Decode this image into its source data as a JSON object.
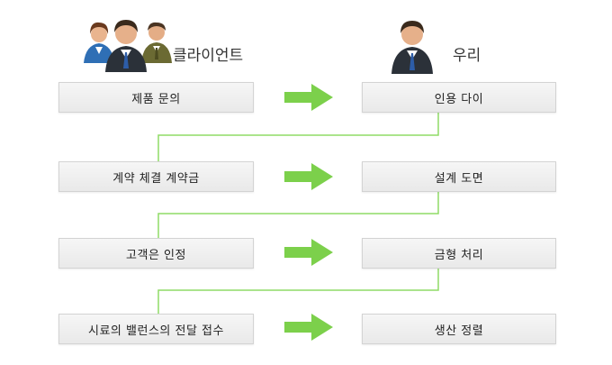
{
  "headers": {
    "client": "클라이언트",
    "us": "우리"
  },
  "client_steps": [
    "제품 문의",
    "계약 체결 계약금",
    "고객은 인정",
    "시료의 밸런스의 전달 접수"
  ],
  "our_steps": [
    "인용 다이",
    "설계 도면",
    "금형 처리",
    "생산 정렬"
  ],
  "colors": {
    "arrow": "#7cd04b",
    "connector": "#8fdc66",
    "box_border": "#d3d3d3"
  }
}
